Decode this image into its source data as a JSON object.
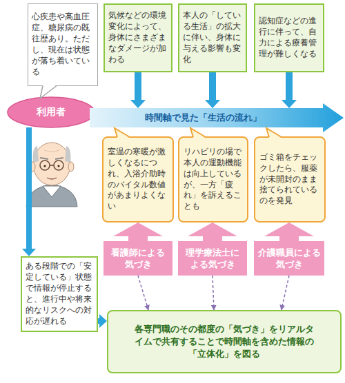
{
  "diagram": {
    "nodes": [
      {
        "text": [
          "心疾患や高血圧症、糖尿病の既往歴あり。ただし、現在は状態が落ち着いている"
        ]
      },
      {
        "text": [
          "気候などの環境変化によって、身体にさまざまなダメージが加わる"
        ]
      },
      {
        "text": [
          "本人の「している生活」の拡大に伴い、身体に与える影響も変化"
        ]
      },
      {
        "text": [
          "認知症などの進行に伴って、自力による療養管理が難しくなる"
        ]
      },
      {
        "text": [
          "利用者"
        ]
      },
      {
        "text": [
          "時間軸で見た「生活の流れ」"
        ]
      },
      {
        "text": [
          "室温の寒暖が激しくなるにつれ、入浴介助時のバイタル数値があまりよくない"
        ]
      },
      {
        "text": [
          "リハビリの場で本人の運動機能は向上しているが、一方「疲れ」を訴えることも"
        ]
      },
      {
        "text": [
          "ゴミ箱をチェックしたら、服薬が未開封のまま捨てられているのを発見"
        ]
      },
      {
        "text": [
          "看護師による気づき"
        ]
      },
      {
        "text": [
          "理学療法士による気づき"
        ]
      },
      {
        "text": [
          "介護職員による気づき"
        ]
      },
      {
        "text": [
          "ある段階での「安定している」状態で情報が停止すると、進行中や将来的なリスクへの対応が遅れる"
        ]
      },
      {
        "text": [
          "各専門職のその都度の「気づき」をリアルタイムで共有することで時間軸を含めた情報の「立体化」を図る"
        ]
      }
    ],
    "edges": [
      {
        "from": 1,
        "to": 5,
        "arrow": "to"
      },
      {
        "from": 2,
        "to": 5,
        "arrow": "to"
      },
      {
        "from": 3,
        "to": 5,
        "arrow": "to"
      },
      {
        "from": 4,
        "to": 12,
        "arrow": "to"
      },
      {
        "from": 12,
        "to": 13,
        "arrow": "to"
      },
      {
        "from": 9,
        "to": 6,
        "arrow": "to"
      },
      {
        "from": 10,
        "to": 7,
        "arrow": "to"
      },
      {
        "from": 11,
        "to": 8,
        "arrow": "to"
      },
      {
        "from": 9,
        "to": 13,
        "arrow": "to"
      },
      {
        "from": 10,
        "to": 13,
        "arrow": "to"
      },
      {
        "from": 11,
        "to": 13,
        "arrow": "to"
      }
    ]
  }
}
